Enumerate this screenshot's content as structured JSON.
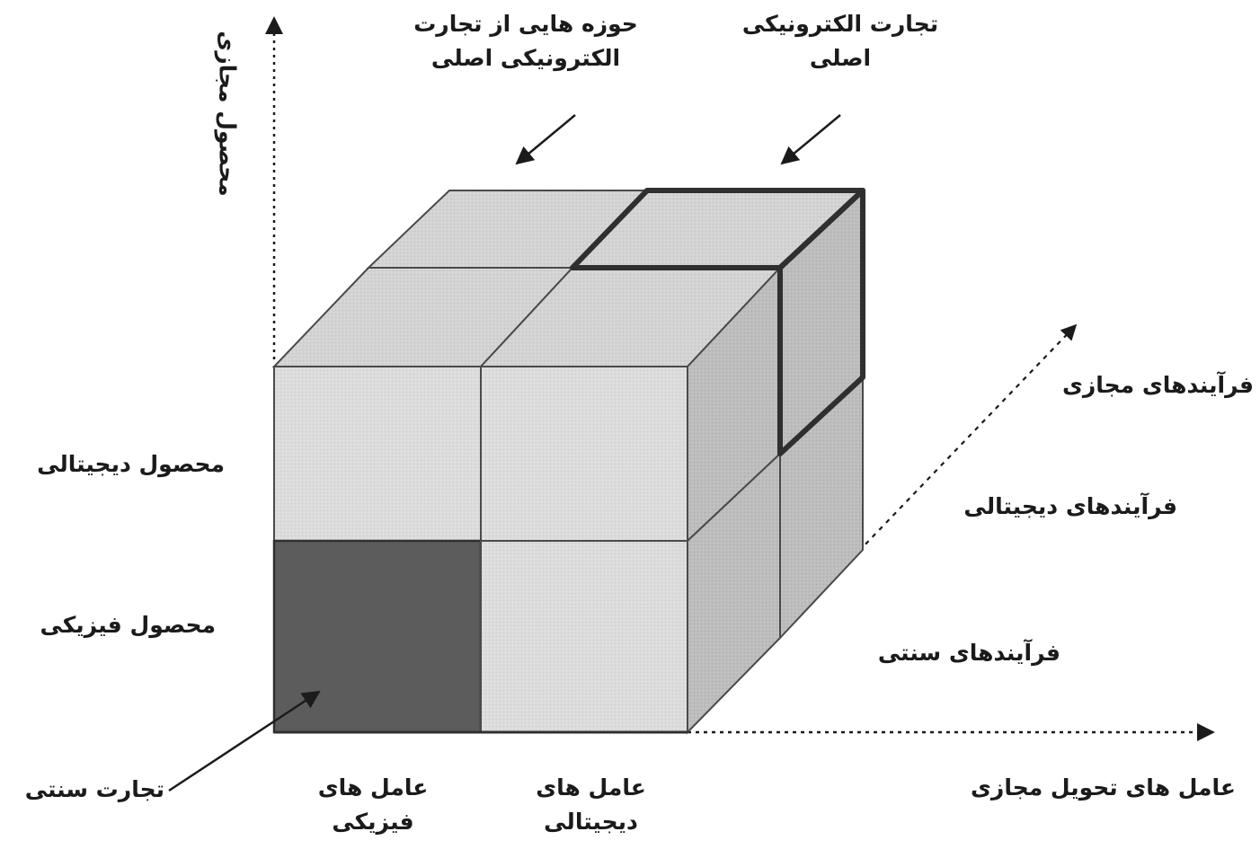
{
  "labels": {
    "y_axis": "محصول مجازی",
    "top_left_l1": "حوزه هایی از تجارت",
    "top_left_l2": "الکترونیکی اصلی",
    "top_right_l1": "تجارت الکترونیکی",
    "top_right_l2": "اصلی",
    "proc_virtual": "فرآیندهای مجازی",
    "proc_digital": "فرآیندهای دیجیتالی",
    "proc_traditional": "فرآیندهای سنتی",
    "product_digital": "محصول دیجیتالی",
    "product_physical": "محصول فیزیکی",
    "traditional_commerce": "تجارت سنتی",
    "agents_physical_l1": "عامل های",
    "agents_physical_l2": "فیزیکی",
    "agents_digital_l1": "عامل های",
    "agents_digital_l2": "دیجیتالی",
    "x_axis": "عامل های تحویل مجازی"
  },
  "colors": {
    "cell_light": "#dcdcdc",
    "cell_top": "#d2d2d2",
    "cell_side": "#bdbdbd",
    "cell_dark": "#5c5c5c",
    "outline": "#4a4a4a",
    "highlight": "#2f2f2f"
  }
}
